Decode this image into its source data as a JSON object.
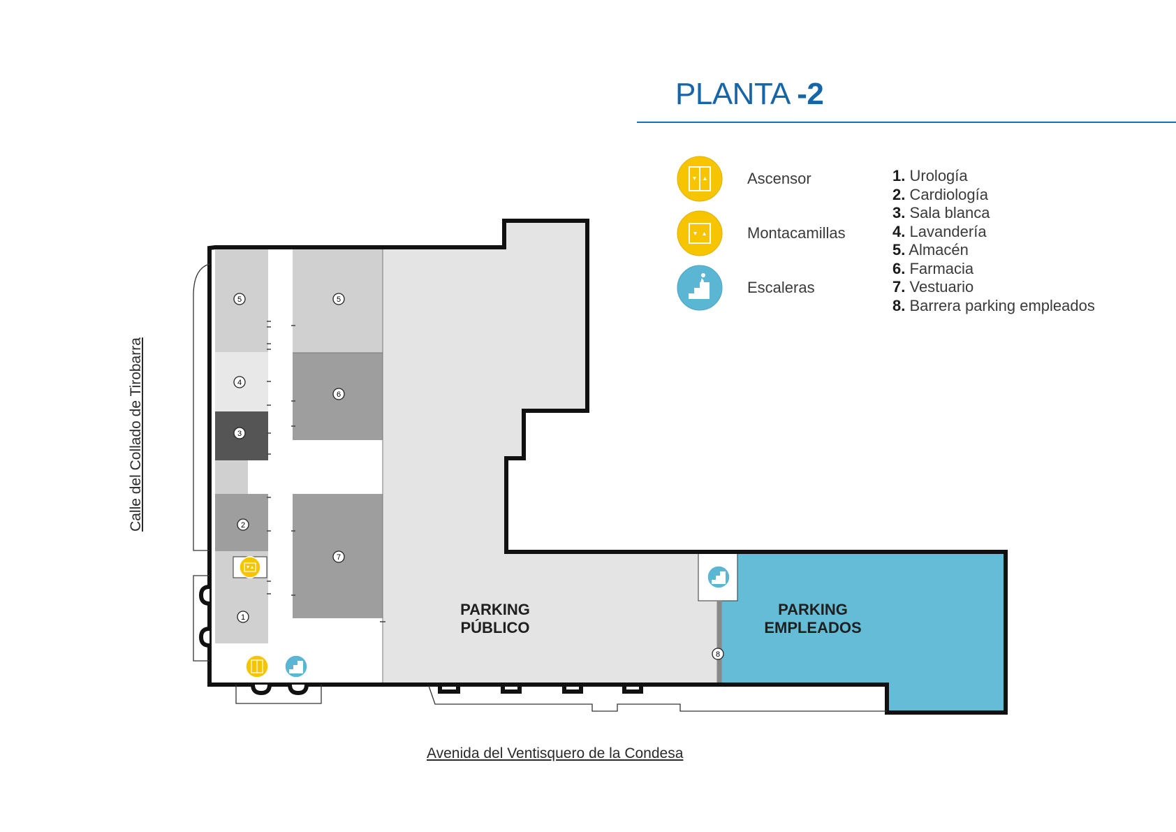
{
  "title": {
    "prefix": "PLANTA",
    "number": "-2"
  },
  "legend": [
    {
      "label": "Ascensor",
      "icon": "elevator-icon",
      "color": "#f7c500"
    },
    {
      "label": "Montacamillas",
      "icon": "stretcher-lift-icon",
      "color": "#f7c500"
    },
    {
      "label": "Escaleras",
      "icon": "stairs-icon",
      "color": "#5ab6d3"
    }
  ],
  "departments": [
    {
      "num": "1.",
      "name": "Urología"
    },
    {
      "num": "2.",
      "name": "Cardiología"
    },
    {
      "num": "3.",
      "name": "Sala blanca"
    },
    {
      "num": "4.",
      "name": "Lavandería"
    },
    {
      "num": "5.",
      "name": "Almacén"
    },
    {
      "num": "6.",
      "name": "Farmacia"
    },
    {
      "num": "7.",
      "name": "Vestuario"
    },
    {
      "num": "8.",
      "name": "Barrera parking empleados"
    }
  ],
  "streets": {
    "left": "Calle del Collado de Tirobarra",
    "bottom": "Avenida del Ventisquero de la Condesa"
  },
  "zones": {
    "public_parking": {
      "line1": "PARKING",
      "line2": "PÚBLICO"
    },
    "employee_parking": {
      "line1": "PARKING",
      "line2": "EMPLEADOS"
    }
  },
  "room_markers": [
    "5",
    "5",
    "4",
    "3",
    "6",
    "2",
    "7",
    "1",
    "8"
  ],
  "colors": {
    "accent_blue": "#1565a8",
    "elevator_yellow": "#f7c500",
    "stairs_blue": "#5ab6d3",
    "employee_parking": "#64bcd6",
    "public_parking": "#e4e4e4",
    "dark_room": "#555555",
    "mid_room": "#9e9e9e",
    "light_room": "#d0d0d0"
  }
}
